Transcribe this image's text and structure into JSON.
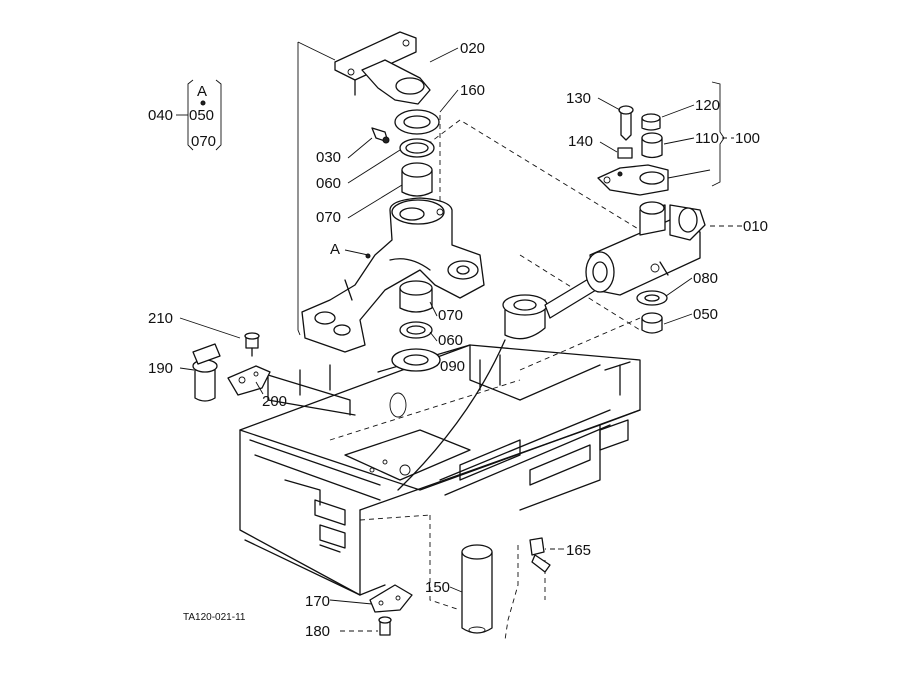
{
  "diagram": {
    "ref_code": "TA120-021-11",
    "group": {
      "letter": "A",
      "parent": "040",
      "members": [
        "050",
        "070"
      ]
    },
    "detail_marker": "A",
    "callouts": [
      {
        "id": "020",
        "label": "020"
      },
      {
        "id": "160",
        "label": "160"
      },
      {
        "id": "030",
        "label": "030"
      },
      {
        "id": "060a",
        "label": "060"
      },
      {
        "id": "070a",
        "label": "070"
      },
      {
        "id": "070b",
        "label": "070"
      },
      {
        "id": "060b",
        "label": "060"
      },
      {
        "id": "090",
        "label": "090"
      },
      {
        "id": "130",
        "label": "130"
      },
      {
        "id": "120",
        "label": "120"
      },
      {
        "id": "140",
        "label": "140"
      },
      {
        "id": "110",
        "label": "110"
      },
      {
        "id": "100",
        "label": "100"
      },
      {
        "id": "010",
        "label": "010"
      },
      {
        "id": "080",
        "label": "080"
      },
      {
        "id": "050",
        "label": "050"
      },
      {
        "id": "210",
        "label": "210"
      },
      {
        "id": "190",
        "label": "190"
      },
      {
        "id": "200",
        "label": "200"
      },
      {
        "id": "165",
        "label": "165"
      },
      {
        "id": "150",
        "label": "150"
      },
      {
        "id": "170",
        "label": "170"
      },
      {
        "id": "180",
        "label": "180"
      }
    ]
  }
}
